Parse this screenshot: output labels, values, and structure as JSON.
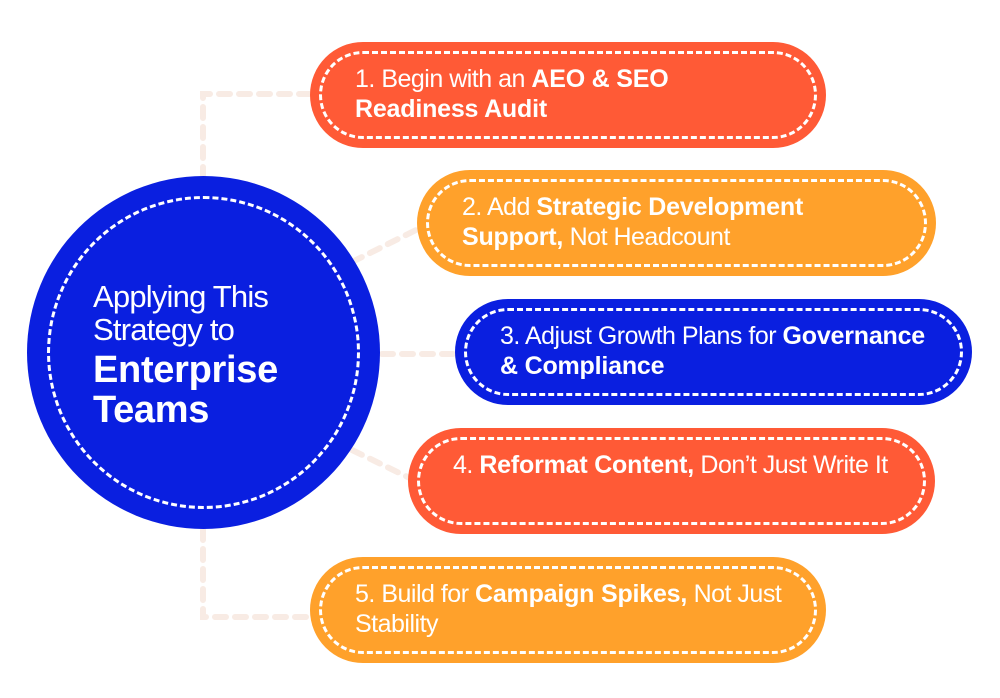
{
  "hub": {
    "line1": "Applying This",
    "line2": "Strategy to",
    "line3": "Enterprise",
    "line4": "Teams",
    "color": "#0a1fe0"
  },
  "steps": [
    {
      "number": "1.",
      "pre": "Begin with an ",
      "bold": "AEO & SEO Readiness Audit",
      "post": "",
      "color": "#ff5a36"
    },
    {
      "number": "2.",
      "pre": "Add ",
      "bold": "Strategic Development Support,",
      "post": " Not Headcount",
      "color": "#ffa12b"
    },
    {
      "number": "3.",
      "pre": "Adjust Growth Plans for ",
      "bold": "Governance & Compliance",
      "post": "",
      "color": "#0a1fe0"
    },
    {
      "number": "4.",
      "pre": "",
      "bold": "Reformat Content,",
      "post": " Don’t Just Write It",
      "color": "#ff5a36"
    },
    {
      "number": "5.",
      "pre": "Build for ",
      "bold": "Campaign Spikes,",
      "post": " Not Just Stability",
      "color": "#ffa12b"
    }
  ],
  "connector_color": "#f8ebe4"
}
